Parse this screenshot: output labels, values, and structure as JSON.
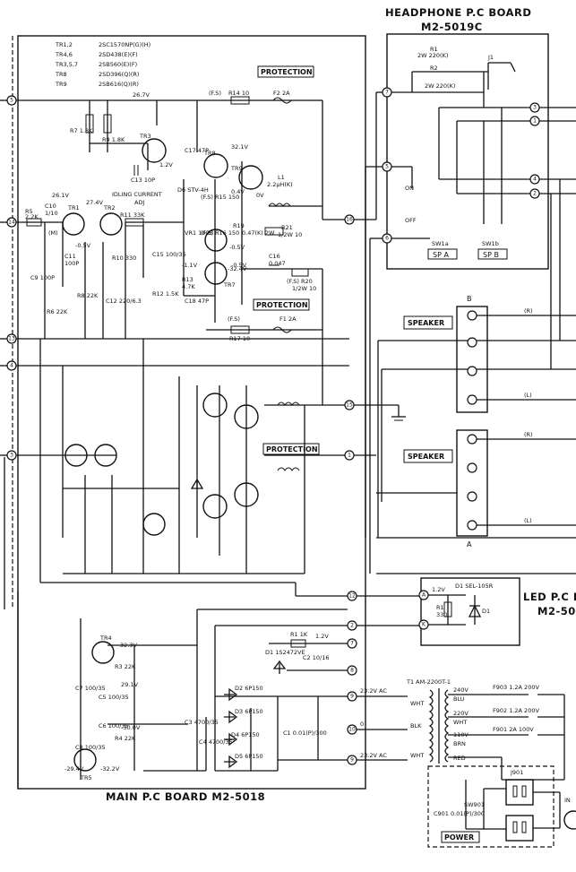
{
  "headphone_board": {
    "title_line1": "HEADPHONE P.C BOARD",
    "title_line2": "M2-5019C"
  },
  "main_board": {
    "title": "MAIN P.C BOARD M2-5018"
  },
  "led_board": {
    "title_line1": "LED P.C B",
    "title_line2": "M2-50"
  },
  "transistor_list": [
    {
      "ref": "TR1,2",
      "part": "2SC1570NP(G)(H)"
    },
    {
      "ref": "TR4,6",
      "part": "2SD438(E)(F)"
    },
    {
      "ref": "TR3,5,7",
      "part": "2SB560(E)(F)"
    },
    {
      "ref": "TR8",
      "part": "2SD396(Q)(R)"
    },
    {
      "ref": "TR9",
      "part": "2SB616(Q)(R)"
    }
  ],
  "labels": {
    "protection": "PROTECTION",
    "speaker": "SPEAKER",
    "power": "POWER",
    "sp_a": "SP A",
    "sp_b": "SP B",
    "on": "ON",
    "off": "OFF",
    "idling": "IDLING CURRENT",
    "adj": "ADJ",
    "spk_a": "A",
    "spk_b": "B",
    "sw1a": "SW1a",
    "sw1b": "SW1b"
  },
  "components": {
    "r1": "R1",
    "r1v": "2W 220(K)",
    "r2": "R2",
    "r2v": "2W 220(K)",
    "j1": "J1",
    "v267": "26.7V",
    "r7": "R7 1.8K",
    "r9": "R9 1.8K",
    "tr3": "TR3",
    "v12": "1.2V",
    "c13": "C13 10P",
    "c17": "C17 47P",
    "fs1": "(F.S)",
    "r14": "R14 10",
    "f2": "F2 2A",
    "tr8": "TR8",
    "v321": "32.1V",
    "tr9": "TR9",
    "d6": "D6 STV-4H",
    "r15": "(F.S) R15 150",
    "v04": "0.4V",
    "v0": "0V",
    "l1": "L1",
    "l1v": "2.2µH(K)",
    "v261": "26.1V",
    "v274": "27.4V",
    "r5": "R5",
    "r5v": "2.2K",
    "c10": "C10",
    "c10v": "1/10",
    "m": "(M)",
    "tr1": "TR1",
    "tr2": "TR2",
    "r11": "R11 33K",
    "v05a": "-0.5V",
    "v05b": "-0.5V",
    "v05c": "-0.5V",
    "c11": "C11",
    "c11v": "100P",
    "r10": "R10 330",
    "c15": "C15 100/35",
    "vr1": "VR1 100B",
    "r16": "(F.S) R16 150",
    "r19": "R19",
    "r19v": "0.47(K) 2W",
    "r18": "R18 0.47(K) 2W",
    "r21": "R21",
    "r21v": "1/2W 10",
    "c9": "C9 100P",
    "r8": "R8 22K",
    "r6": "R6 22K",
    "c12": "C12 220/6.3",
    "r12": "R12 1.5K",
    "v11": "-1.1V",
    "r13": "R13",
    "r13v": "4.7K",
    "v324": "-32.4V",
    "tr7": "TR7",
    "c16": "C16",
    "c16v": "0.047",
    "r20": "(F.S) R20",
    "r20v": "1/2W 10",
    "c18": "C18 47P",
    "fs3": "(F.S)",
    "f1": "F1 2A",
    "r17": "R17 10",
    "d1_led": "D1 SEL-105R",
    "v12b": "1.2V",
    "r1_led": "R1",
    "r1_ledv": "330",
    "d1_led_short": "D1",
    "tr4": "TR4",
    "v323": "32.3V",
    "r3": "R3 22K",
    "v291": "29.1V",
    "c7": "C7 100/35",
    "c5": "C5 100/35",
    "c6": "C6 100/35",
    "c8": "C8 100/35",
    "v30": "-30.0V",
    "r4": "R4 22K",
    "v294": "-29.4V",
    "v322": "-32.2V",
    "tr5": "TR5",
    "r1k": "R1 1K",
    "v12c": "1.2V",
    "d1z": "D1 1S2472VE",
    "c2": "C2 10/16",
    "d2": "D2 6P150",
    "d3": "D3 6P150",
    "d4": "D4 6P150",
    "d5": "D5 6P150",
    "c3": "C3 4700/35",
    "c4": "C4 4700/35",
    "c1": "C1 0.01(P)/300",
    "v232a": "23.2V AC",
    "v232b": "23.2V AC",
    "zero": "0",
    "t1": "T1 AM-2200T-1",
    "v240": "240V",
    "blu": "BLU",
    "v220": "220V",
    "wht1": "WHT",
    "wht2": "WHT",
    "blk": "BLK",
    "v110": "110V",
    "brn": "BRN",
    "wht3": "WHT",
    "red": "RED",
    "f903": "F903 1.2A 200V",
    "f902": "F902 1.2A 200V",
    "f901": "F901 2A 100V",
    "j901": "J901",
    "c901": "C901 0.01(P)/300",
    "sw901": "SW901",
    "spk_r1": "(R)",
    "spk_l1": "(L)",
    "spk_r2": "(R)",
    "spk_l2": "(L)",
    "in": "IN"
  },
  "terminals": {
    "t5": "5",
    "t14": "14",
    "t13": "13",
    "t4": "4",
    "t3": "3",
    "t16": "16",
    "t15": "15",
    "t1": "1",
    "t12": "12",
    "t2": "2",
    "t7": "7",
    "t8": "8",
    "t9": "9",
    "t10": "10",
    "hp7": "7",
    "hp5": "5",
    "hp6": "6",
    "r3": "3",
    "r1": "1",
    "r4": "4",
    "r2": "2",
    "la": "A",
    "lk": "K"
  }
}
